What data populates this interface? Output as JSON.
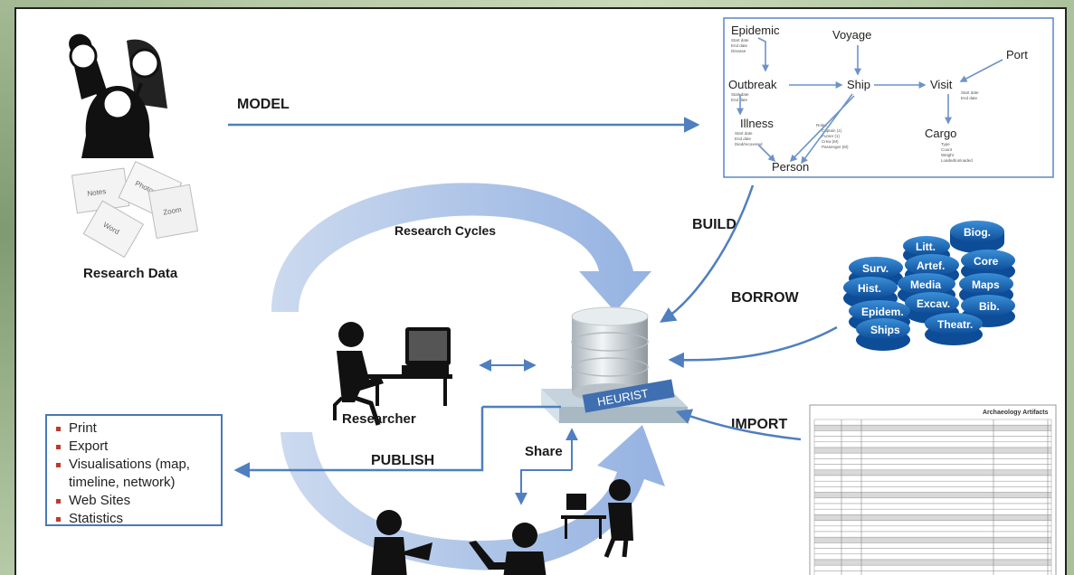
{
  "labels": {
    "model": "MODEL",
    "build": "BUILD",
    "borrow": "BORROW",
    "import": "IMPORT",
    "publish": "PUBLISH",
    "share": "Share",
    "research_cycles": "Research Cycles",
    "research_data": "Research Data",
    "researcher": "Researcher",
    "heurist": "HEURIST"
  },
  "papers": [
    "Notes",
    "Photos",
    "Zoom",
    "Word"
  ],
  "model_nodes": {
    "epidemic": "Epidemic",
    "voyage": "Voyage",
    "port": "Port",
    "outbreak": "Outbreak",
    "ship": "Ship",
    "visit": "Visit",
    "illness": "Illness",
    "cargo": "Cargo",
    "person": "Person"
  },
  "model_fields": {
    "epidemic": [
      "Start date",
      "End date",
      "Disease"
    ],
    "outbreak": [
      "Start date",
      "End date"
    ],
    "illness": [
      "Start date",
      "End date",
      "Died/recovered"
    ],
    "roles": [
      "Roles",
      "Captain (1)",
      "Purser (1)",
      "Crew (M)",
      "Passenger (M)"
    ],
    "visit": [
      "Start date",
      "End date"
    ],
    "cargo": [
      "Type",
      "Count",
      "Weight",
      "Loaded/unloaded"
    ]
  },
  "borrow_disks": [
    "Biog.",
    "Litt.",
    "Artef.",
    "Core",
    "Surv.",
    "Hist.",
    "Media",
    "Maps",
    "Excav.",
    "Bib.",
    "Epidem.",
    "Theatr.",
    "Ships"
  ],
  "publish_list": [
    "Print",
    "Export",
    "Visualisations (map, timeline, network)",
    "Web Sites",
    "Statistics"
  ],
  "import_table": {
    "title": "Archaeology Artifacts"
  },
  "colors": {
    "arrow": "#4f7fbf",
    "cycle_light": "#c9d8ee",
    "cycle_dark": "#8faee0",
    "list_border": "#4a78b5",
    "bullet": "#c0392b"
  }
}
